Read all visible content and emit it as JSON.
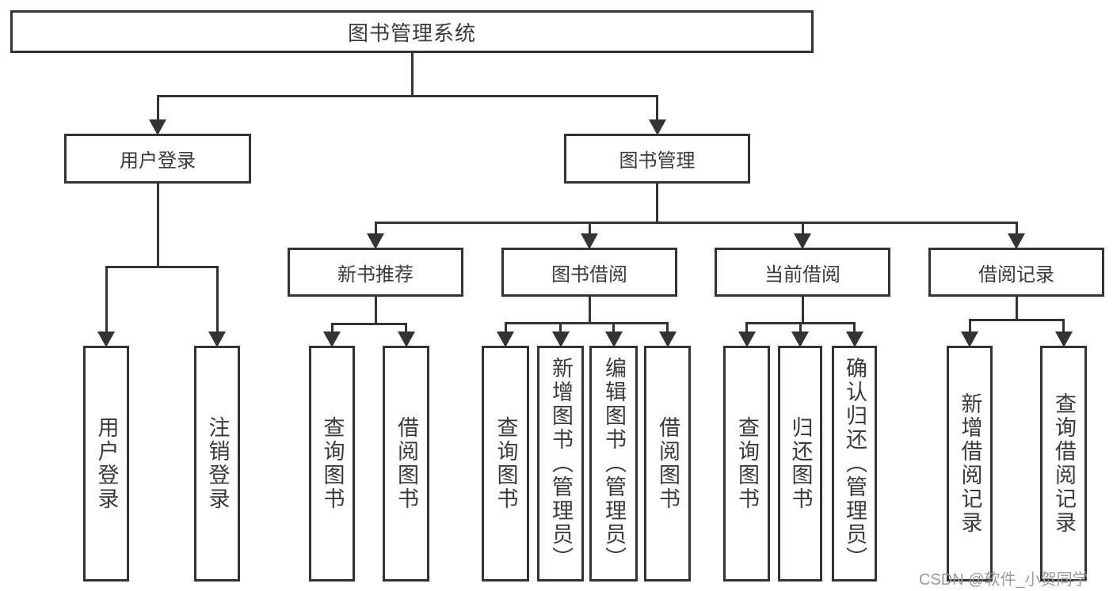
{
  "diagram": {
    "watermark": "CSDN @软件_小贺同学",
    "colors": {
      "line": "#333333",
      "text": "#3a3a3a",
      "background": "#ffffff",
      "watermark": "#9b9b9b"
    },
    "tree": {
      "label": "图书管理系统",
      "name": "node-library-management-system",
      "children": [
        {
          "label": "用户登录",
          "name": "node-user-login",
          "children": [
            {
              "label": "用户登录",
              "name": "leaf-user-login"
            },
            {
              "label": "注销登录",
              "name": "leaf-logout"
            }
          ]
        },
        {
          "label": "图书管理",
          "name": "node-book-management",
          "children": [
            {
              "label": "新书推荐",
              "name": "node-new-book-recommendation",
              "children": [
                {
                  "label": "查询图书",
                  "name": "leaf-query-books"
                },
                {
                  "label": "借阅图书",
                  "name": "leaf-borrow-books"
                }
              ]
            },
            {
              "label": "图书借阅",
              "name": "node-book-borrowing",
              "children": [
                {
                  "label": "查询图书",
                  "name": "leaf-query-books"
                },
                {
                  "label": "新增图书（管理员）",
                  "name": "leaf-add-books-admin"
                },
                {
                  "label": "编辑图书（管理员）",
                  "name": "leaf-edit-books-admin"
                },
                {
                  "label": "借阅图书",
                  "name": "leaf-borrow-books"
                }
              ]
            },
            {
              "label": "当前借阅",
              "name": "node-current-borrowing",
              "children": [
                {
                  "label": "查询图书",
                  "name": "leaf-query-books"
                },
                {
                  "label": "归还图书",
                  "name": "leaf-return-books"
                },
                {
                  "label": "确认归还（管理员）",
                  "name": "leaf-confirm-return-admin"
                }
              ]
            },
            {
              "label": "借阅记录",
              "name": "node-borrowing-records",
              "children": [
                {
                  "label": "新增借阅记录",
                  "name": "leaf-add-borrow-record"
                },
                {
                  "label": "查询借阅记录",
                  "name": "leaf-query-borrow-record"
                }
              ]
            }
          ]
        }
      ]
    }
  }
}
